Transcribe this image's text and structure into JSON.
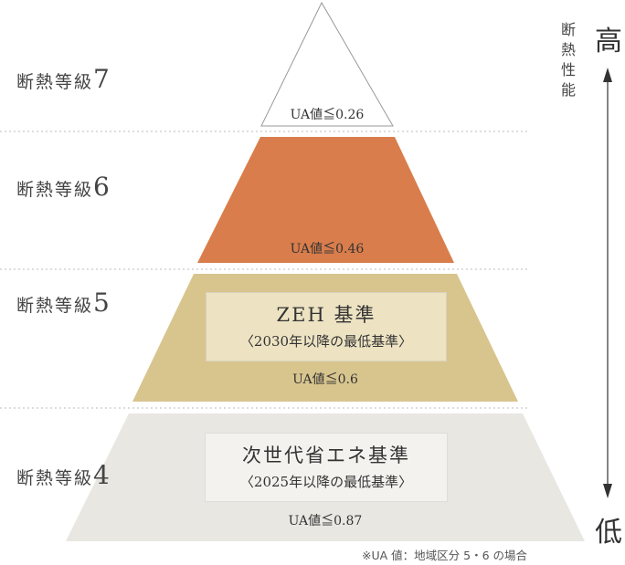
{
  "levels": [
    {
      "label": "断熱等級",
      "num": "7",
      "ua": "UA値≦0.26"
    },
    {
      "label": "断熱等級",
      "num": "6",
      "ua": "UA値≦0.46"
    },
    {
      "label": "断熱等級",
      "num": "5",
      "ua": "UA値≦0.6",
      "title": "ZEH 基準",
      "sub": "〈2030年以降の最低基準〉"
    },
    {
      "label": "断熱等級",
      "num": "4",
      "ua": "UA値≦0.87",
      "title": "次世代省エネ基準",
      "sub": "〈2025年以降の最低基準〉"
    }
  ],
  "axis": {
    "label": "断熱性能",
    "high": "高",
    "low": "低"
  },
  "note": "※UA 値：地域区分 5・6 の場合",
  "colors": {
    "level7": "#ffffff",
    "level6": "#d97d4c",
    "level5": "#d8c58e",
    "level4": "#e8e7e2"
  }
}
